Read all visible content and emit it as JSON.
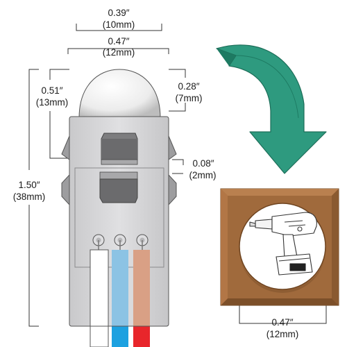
{
  "dimensions": {
    "top_width": {
      "inches": "0.39″",
      "mm": "(10mm)"
    },
    "mid_width": {
      "inches": "0.47″",
      "mm": "(12mm)"
    },
    "dome_height": {
      "inches": "0.28″",
      "mm": "(7mm)"
    },
    "upper_height": {
      "inches": "0.51″",
      "mm": "(13mm)"
    },
    "clip_gap": {
      "inches": "0.08″",
      "mm": "(2mm)"
    },
    "total_height": {
      "inches": "1.50″",
      "mm": "(38mm)"
    },
    "panel_hole": {
      "inches": "0.47″",
      "mm": "(12mm)"
    }
  },
  "colors": {
    "arrow_fill": "#2e9a7f",
    "arrow_dark": "#1d7a62",
    "panel_wood": "#a06a3c",
    "panel_edge": "#6e4420",
    "housing": "#d4d4d6",
    "wire_white": "#ffffff",
    "wire_blue": "#8cc3e4",
    "wire_red": "#d9a085",
    "wire_tip_blue": "#1da1e0",
    "wire_tip_red": "#e8262b"
  },
  "icons": {
    "device": "cordless-drill-icon",
    "direction": "curved-arrow-down-icon"
  }
}
